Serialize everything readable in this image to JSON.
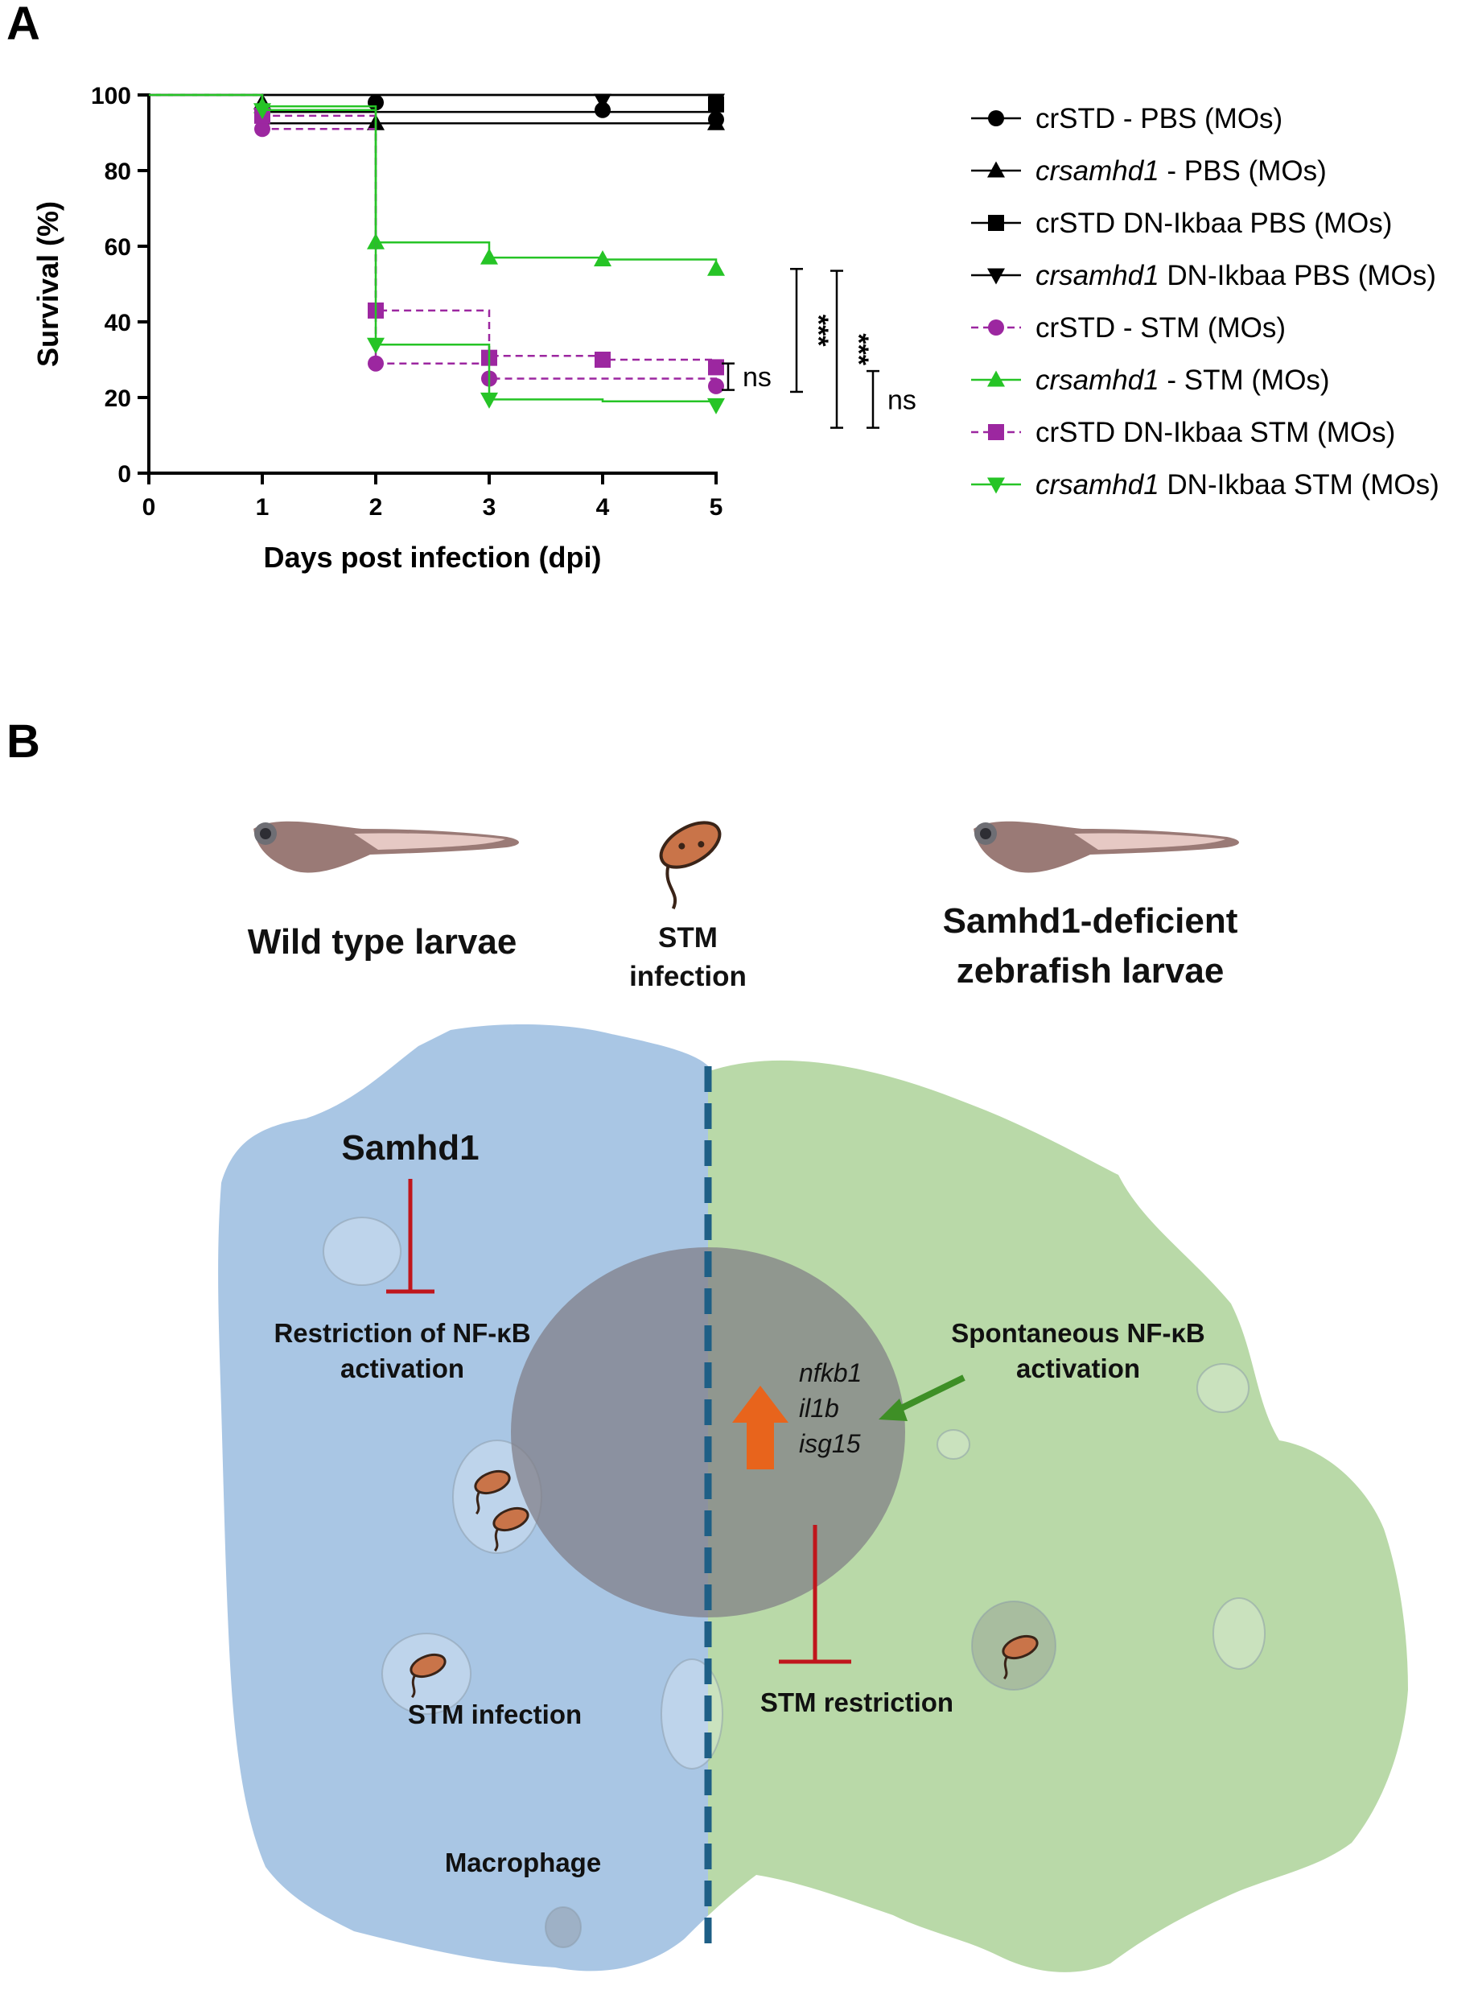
{
  "panel_a": {
    "letter": "A"
  },
  "panel_b": {
    "letter": "B",
    "left_title": "Wild type larvae",
    "center_title_line1": "STM",
    "center_title_line2": "infection",
    "right_title_line1": "Samhd1-deficient",
    "right_title_line2": "zebrafish larvae",
    "samhd1": "Samhd1",
    "restriction_line1": "Restriction of NF-κB",
    "restriction_line2": "activation",
    "spontaneous_line1": "Spontaneous NF-κB",
    "spontaneous_line2": "activation",
    "genes": [
      "nfkb1",
      "il1b",
      "isg15"
    ],
    "stm_infection": "STM infection",
    "stm_restriction": "STM restriction",
    "macrophage": "Macrophage",
    "colors": {
      "inhibition": "#c0161c",
      "up_arrow": "#e8641c",
      "activation_arrow": "#3e8f26",
      "divider": "#1e5f86",
      "left_cell": "#a9c6e4",
      "right_cell": "#b9d9a8",
      "nucleus": "#7f7d85"
    }
  },
  "chart_data": {
    "type": "line",
    "subtype": "kaplan-meier survival (step)",
    "xlabel": "Days post infection (dpi)",
    "ylabel": "Survival (%)",
    "xlim": [
      0,
      5
    ],
    "ylim": [
      0,
      100
    ],
    "x_ticks": [
      0,
      1,
      2,
      3,
      4,
      5
    ],
    "y_ticks": [
      0,
      20,
      40,
      60,
      80,
      100
    ],
    "grid": false,
    "legend_position": "right",
    "series": [
      {
        "name": "crSTD - PBS (MOs)",
        "name_italic": "",
        "name_rest": "crSTD - PBS (MOs)",
        "marker": "circle",
        "color": "#000000",
        "dash": false,
        "x": [
          0,
          1,
          2,
          3,
          4,
          5
        ],
        "y": [
          100,
          95.5,
          95.5,
          95.5,
          95.5,
          93.5
        ],
        "markers_x": [
          2,
          4,
          5
        ],
        "markers_y": [
          98,
          96,
          93.5
        ]
      },
      {
        "name": "crsamhd1 - PBS (MOs)",
        "name_italic": "crsamhd1",
        "name_rest": " - PBS (MOs)",
        "marker": "triangle-up",
        "color": "#000000",
        "dash": false,
        "x": [
          0,
          1,
          2,
          3,
          4,
          5
        ],
        "y": [
          100,
          92.5,
          92.5,
          92.5,
          92.5,
          92.5
        ],
        "markers_x": [
          1,
          2,
          5
        ],
        "markers_y": [
          98,
          92.5,
          92.5
        ]
      },
      {
        "name": "crSTD DN-Ikbaa PBS (MOs)",
        "name_italic": "",
        "name_rest": "crSTD DN-Ikbaa PBS (MOs)",
        "marker": "square",
        "color": "#000000",
        "dash": false,
        "x": [
          0,
          5
        ],
        "y": [
          100,
          97.5
        ],
        "markers_x": [
          5
        ],
        "markers_y": [
          97.5
        ]
      },
      {
        "name": "crsamhd1 DN-Ikbaa PBS (MOs)",
        "name_italic": "crsamhd1",
        "name_rest": " DN-Ikbaa PBS (MOs)",
        "marker": "triangle-down",
        "color": "#000000",
        "dash": false,
        "x": [
          0,
          5
        ],
        "y": [
          100,
          100
        ],
        "markers_x": [
          4,
          5
        ],
        "markers_y": [
          98.5,
          98.5
        ]
      },
      {
        "name": "crSTD - STM (MOs)",
        "name_italic": "",
        "name_rest": "crSTD - STM (MOs)",
        "marker": "circle",
        "color": "#9c27a0",
        "dash": true,
        "x": [
          0,
          1,
          2,
          3,
          4,
          5
        ],
        "y": [
          100,
          91,
          29,
          25,
          25,
          23
        ],
        "markers_x": [
          1,
          2,
          3,
          5
        ],
        "markers_y": [
          91,
          29,
          25,
          23
        ]
      },
      {
        "name": "crsamhd1 - STM (MOs)",
        "name_italic": "crsamhd1",
        "name_rest": " - STM (MOs)",
        "marker": "triangle-up",
        "color": "#26c426",
        "dash": false,
        "x": [
          0,
          1,
          2,
          3,
          4,
          5
        ],
        "y": [
          100,
          97,
          61,
          57,
          56.5,
          54
        ],
        "markers_x": [
          1,
          2,
          3,
          4,
          5
        ],
        "markers_y": [
          97,
          61,
          57,
          56.5,
          54
        ]
      },
      {
        "name": "crSTD DN-Ikbaa STM (MOs)",
        "name_italic": "",
        "name_rest": "crSTD DN-Ikbaa STM (MOs)",
        "marker": "square",
        "color": "#9c27a0",
        "dash": true,
        "x": [
          0,
          1,
          2,
          3,
          4,
          5
        ],
        "y": [
          100,
          94.5,
          43,
          31,
          30,
          28
        ],
        "markers_x": [
          1,
          2,
          3,
          4,
          5
        ],
        "markers_y": [
          94.5,
          43,
          30.5,
          30,
          28
        ]
      },
      {
        "name": "crsamhd1 DN-Ikbaa STM (MOs)",
        "name_italic": "crsamhd1",
        "name_rest": " DN-Ikbaa STM (MOs)",
        "marker": "triangle-down",
        "color": "#26c426",
        "dash": false,
        "x": [
          0,
          1,
          2,
          3,
          4,
          5
        ],
        "y": [
          100,
          96,
          34,
          19.5,
          19,
          18
        ],
        "markers_x": [
          1,
          2,
          3,
          5
        ],
        "markers_y": [
          96,
          34,
          19.5,
          18
        ]
      }
    ],
    "annotations": [
      {
        "text": "ns",
        "y_range": [
          22,
          29
        ]
      },
      {
        "text": "***",
        "y_range": [
          21.5,
          54
        ]
      },
      {
        "text": "***",
        "y_range": [
          12,
          53.5
        ]
      },
      {
        "text": "ns",
        "y_range": [
          12,
          27
        ]
      }
    ]
  }
}
